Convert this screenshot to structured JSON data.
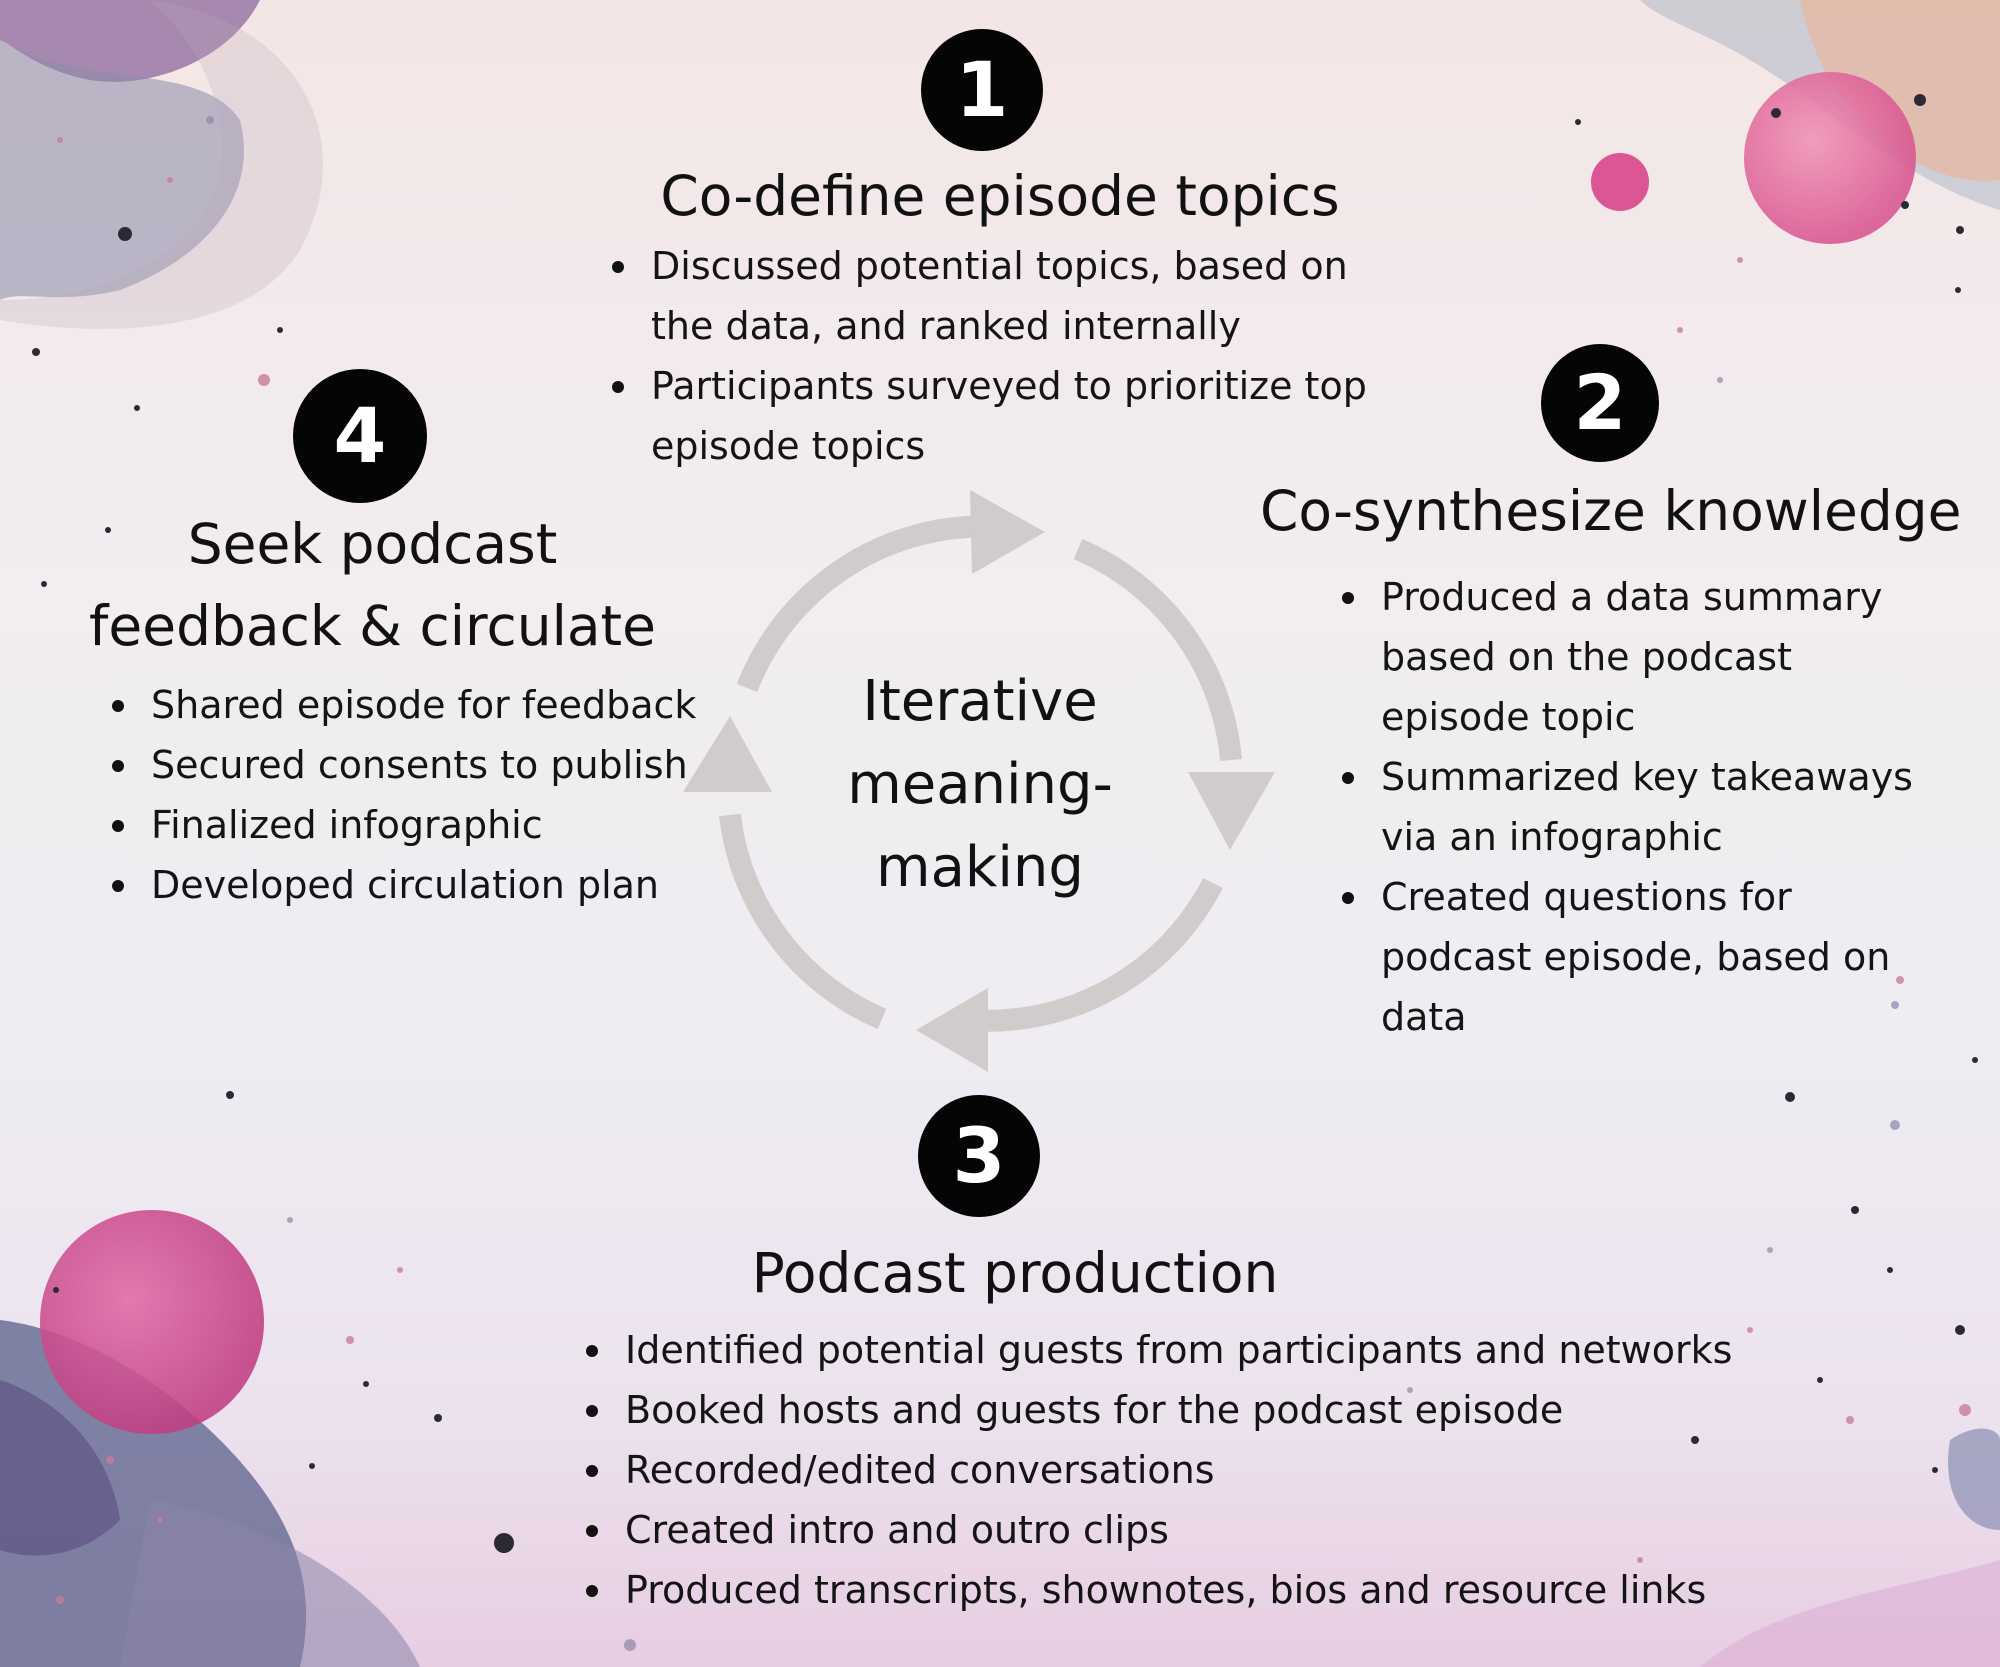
{
  "center": {
    "line1": "Iterative",
    "line2": "meaning-",
    "line3": "making"
  },
  "steps": [
    {
      "number": "1",
      "title": "Co-define episode topics",
      "items": [
        "Discussed potential topics, based on the data, and ranked internally",
        "Participants surveyed to prioritize top episode topics"
      ]
    },
    {
      "number": "2",
      "title": "Co-synthesize knowledge",
      "items": [
        "Produced a data summary based on the podcast episode topic",
        "Summarized key takeaways via an infographic",
        "Created questions for podcast episode, based on data"
      ]
    },
    {
      "number": "3",
      "title": "Podcast production",
      "items": [
        "Identified potential guests from participants and networks",
        "Booked hosts and guests for the podcast episode",
        "Recorded/edited conversations",
        "Created intro and outro clips",
        "Produced transcripts, shownotes, bios and resource links"
      ]
    },
    {
      "number": "4",
      "title_line1": "Seek podcast",
      "title_line2": "feedback & circulate",
      "items": [
        "Shared episode for feedback",
        "Secured consents to publish",
        "Finalized infographic",
        "Developed circulation plan"
      ]
    }
  ],
  "colors": {
    "badge": "#050505",
    "arrow": "#cfcccb",
    "accent_pink": "#d9458c",
    "accent_slate": "#6b6f96"
  }
}
